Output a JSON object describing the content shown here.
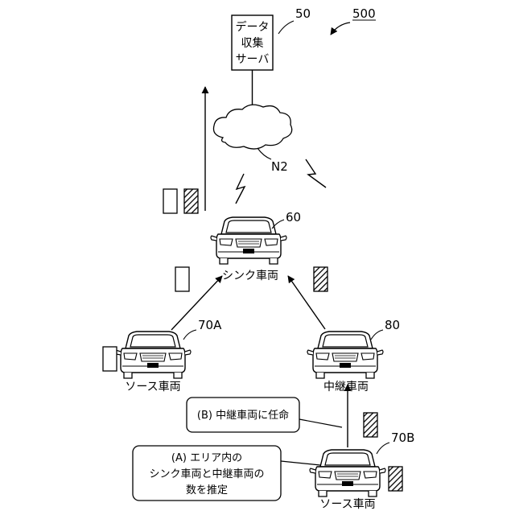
{
  "figure": {
    "system_ref": "500",
    "server": {
      "ref": "50",
      "lines": [
        "データ",
        "収集",
        "サーバ"
      ]
    },
    "network": {
      "ref": "N2"
    },
    "sink_vehicle": {
      "ref": "60",
      "label": "シンク車両"
    },
    "source_vehicle_a": {
      "ref": "70A",
      "label": "ソース車両"
    },
    "relay_vehicle": {
      "ref": "80",
      "label": "中継車両"
    },
    "source_vehicle_b": {
      "ref": "70B",
      "label": "ソース車両"
    },
    "callout_b": {
      "text": "(B) 中継車両に任命"
    },
    "callout_a": {
      "lines": [
        "(A) エリア内の",
        "シンク車両と中継車両の",
        "数を推定"
      ]
    },
    "colors": {
      "line": "#000000",
      "background": "#ffffff"
    }
  }
}
